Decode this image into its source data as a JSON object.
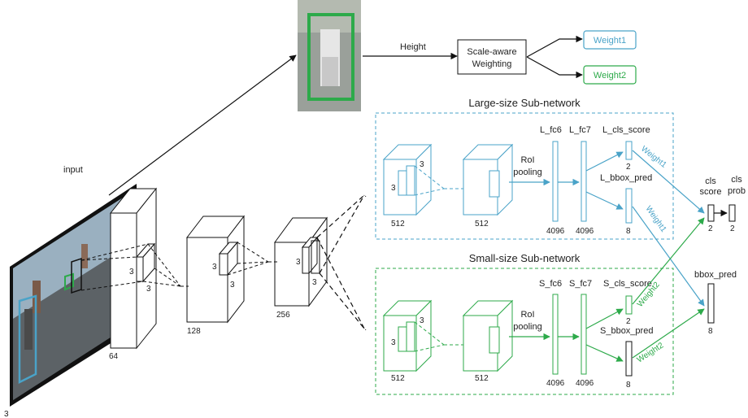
{
  "labels": {
    "input": "input",
    "input_channels": "3",
    "conv1_channels": "64",
    "conv2_channels": "128",
    "conv3_channels": "256",
    "kernel_3": "3",
    "height": "Height",
    "scale_aware_line1": "Scale-aware",
    "scale_aware_line2": "Weighting",
    "weight1": "Weight1",
    "weight2": "Weight2",
    "large_title": "Large-size Sub-network",
    "small_title": "Small-size Sub-network",
    "l_fc6": "L_fc6",
    "l_fc7": "L_fc7",
    "l_cls_score": "L_cls_score",
    "l_bbox_pred": "L_bbox_pred",
    "s_fc6": "S_fc6",
    "s_fc7": "S_fc7",
    "s_cls_score": "S_cls_score",
    "s_bbox_pred": "S_bbox_pred",
    "roi_line1": "RoI",
    "roi_line2": "pooling",
    "n512": "512",
    "n4096": "4096",
    "n2": "2",
    "n8": "8",
    "cls_score_line1": "cls",
    "cls_score_line2": "score",
    "cls_prob_line1": "cls",
    "cls_prob_line2": "prob",
    "bbox_pred": "bbox_pred",
    "weight1_edge": "Weight1",
    "weight2_edge": "Weight2"
  },
  "colors": {
    "large": "#4aa3c8",
    "small": "#2daa4a",
    "black": "#111111"
  }
}
